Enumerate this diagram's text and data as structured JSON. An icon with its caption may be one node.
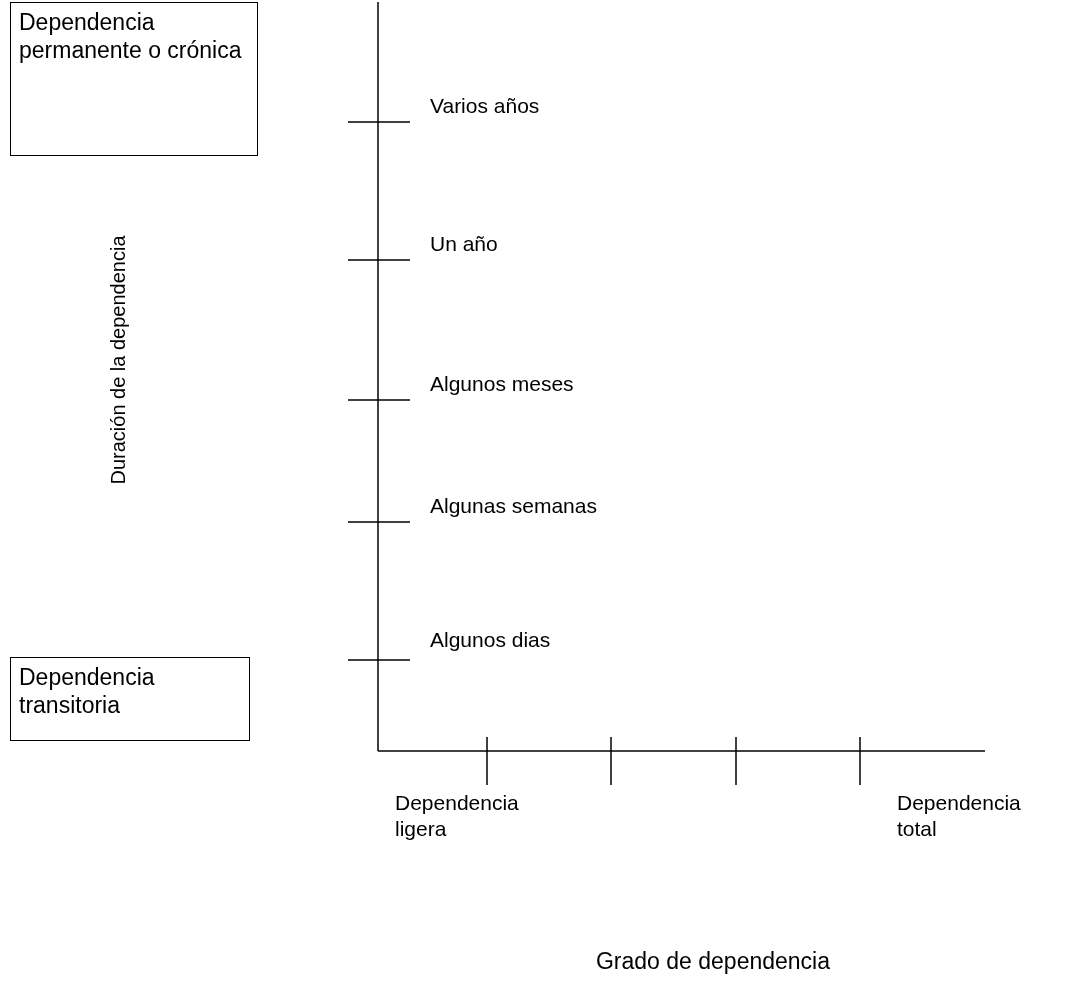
{
  "diagram": {
    "nodes": [
      {
        "text": [
          "Dependencia permanente o crónica"
        ]
      },
      {
        "text": [
          "Dependencia transitoria"
        ]
      }
    ],
    "labels": [
      "Varios años",
      "Un año",
      "Algunos meses",
      "Algunas semanas",
      "Algunos dias",
      "Duración de la dependencia",
      "Dependencia ligera",
      "Dependencia total",
      "Grado de dependencia"
    ]
  }
}
